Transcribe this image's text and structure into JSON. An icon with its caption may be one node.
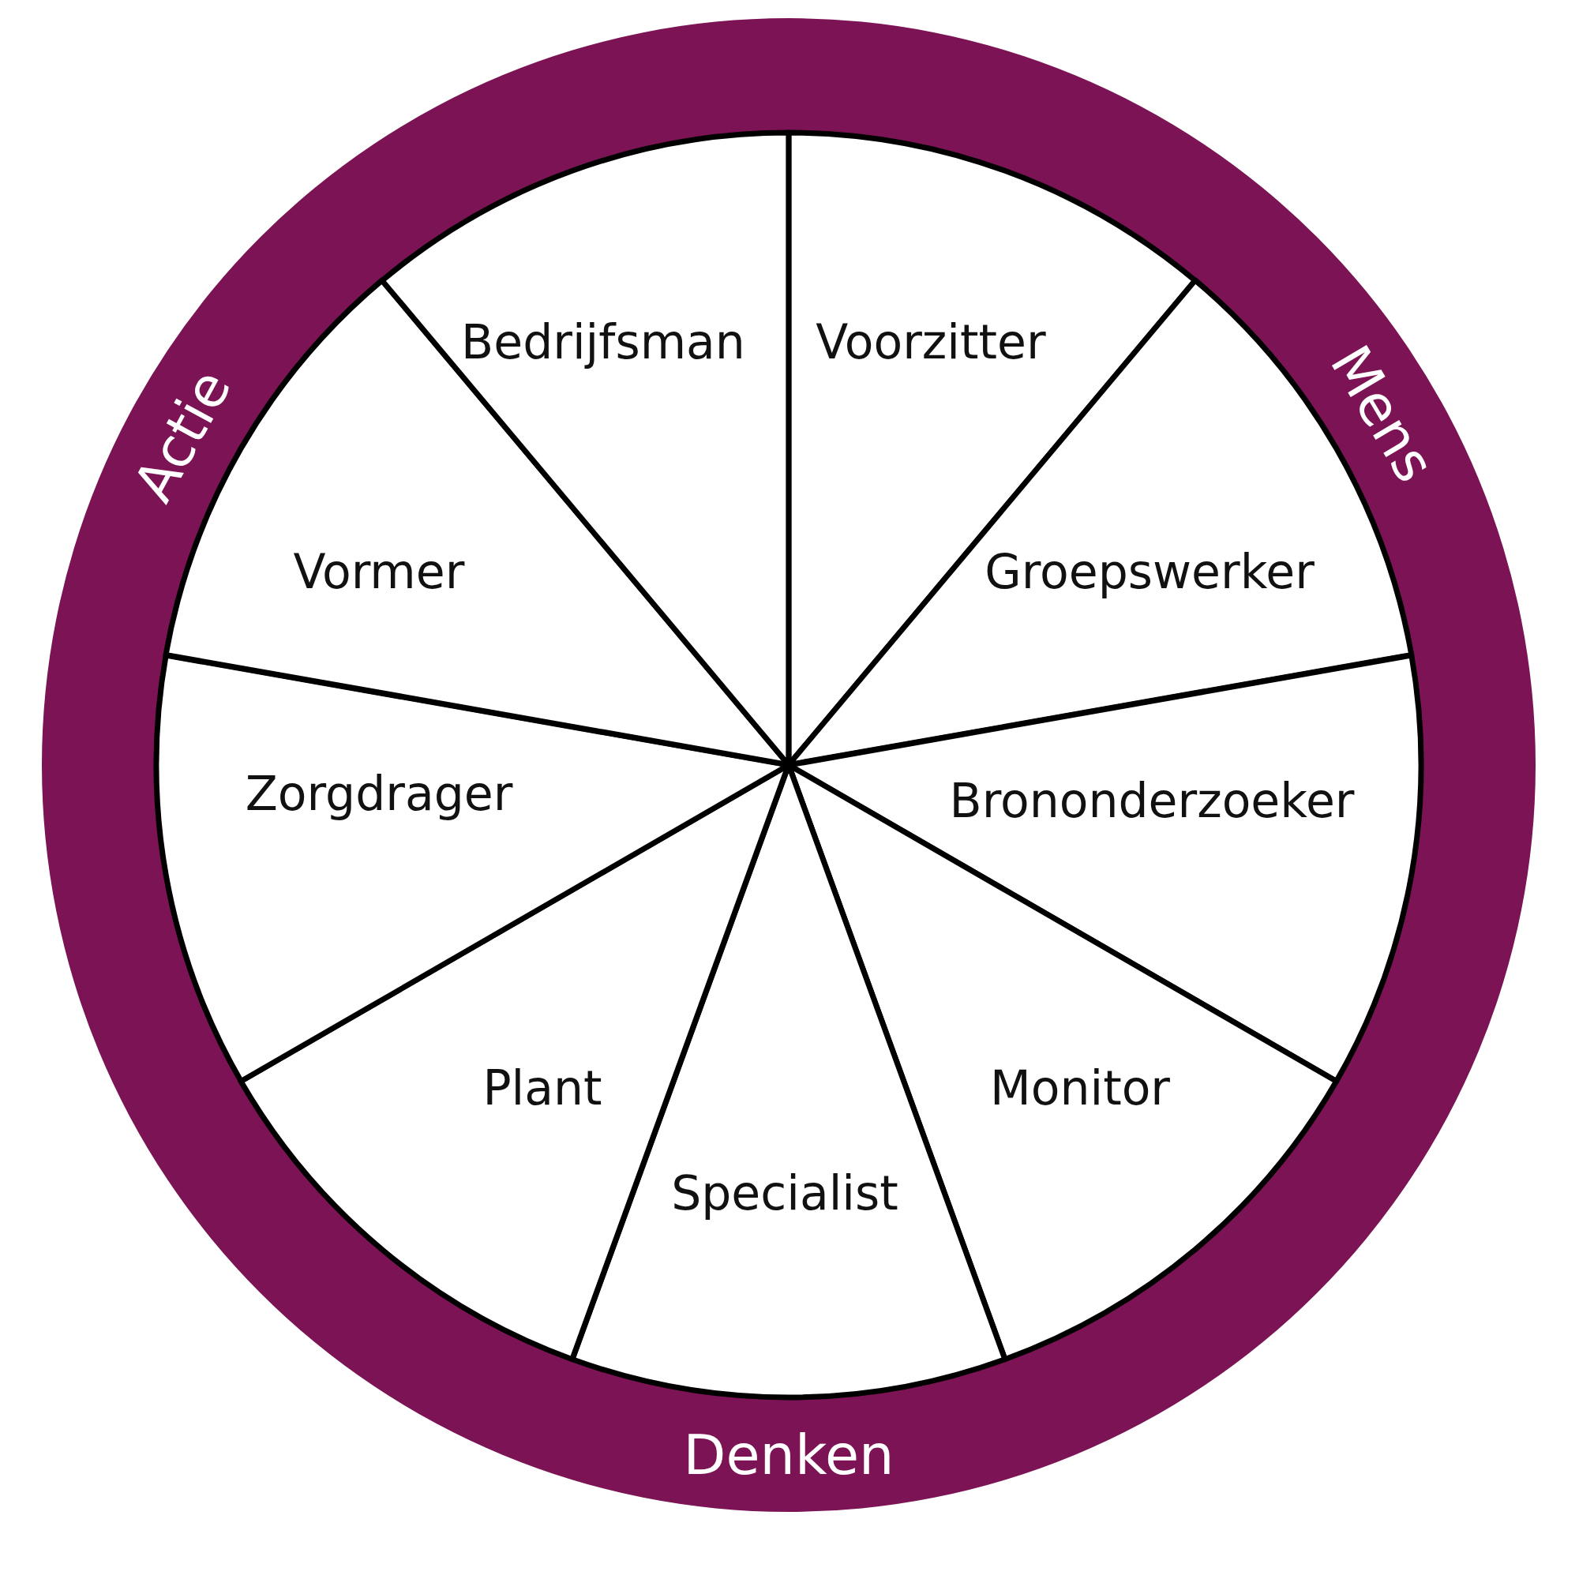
{
  "diagram": {
    "nodes": [
      {
        "text": [
          "Actie",
          "Mens",
          "Denken"
        ]
      },
      {
        "text": [
          "Voorzitter"
        ],
        "in": 0
      },
      {
        "text": [
          "Groepswerker"
        ],
        "in": 0
      },
      {
        "text": [
          "Brononderzoeker"
        ],
        "in": 0
      },
      {
        "text": [
          "Monitor"
        ],
        "in": 0
      },
      {
        "text": [
          "Specialist"
        ],
        "in": 0
      },
      {
        "text": [
          "Plant"
        ],
        "in": 0
      },
      {
        "text": [
          "Zorgdrager"
        ],
        "in": 0
      },
      {
        "text": [
          "Vormer"
        ],
        "in": 0
      },
      {
        "text": [
          "Bedrijfsman"
        ],
        "in": 0
      }
    ],
    "edges": []
  }
}
